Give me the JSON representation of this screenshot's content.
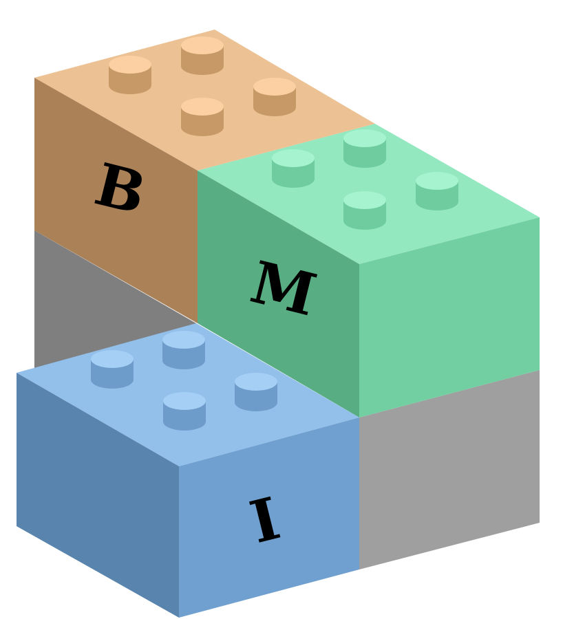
{
  "diagram": {
    "bricks": [
      {
        "id": "b",
        "label": "B",
        "colors": {
          "top": "#ecc294",
          "left": "#ab8258",
          "right": "#ab8258",
          "stud_top": "#fcd0a2",
          "stud_side": "#c69966"
        }
      },
      {
        "id": "m",
        "label": "M",
        "colors": {
          "top": "#93e8c0",
          "left": "#59ad82",
          "right": "#71cfa1",
          "stud_top": "#a6f4cf",
          "stud_side": "#6fcc9f"
        }
      },
      {
        "id": "i",
        "label": "I",
        "colors": {
          "top": "#93bfeb",
          "left": "#5884ad",
          "right": "#6fa0d0",
          "stud_top": "#a6cff6",
          "stud_side": "#6d9cca"
        }
      }
    ],
    "supports": [
      {
        "id": "left-gray",
        "color": "#7f7f7f"
      },
      {
        "id": "right-gray",
        "color": "#9f9f9f"
      }
    ]
  }
}
